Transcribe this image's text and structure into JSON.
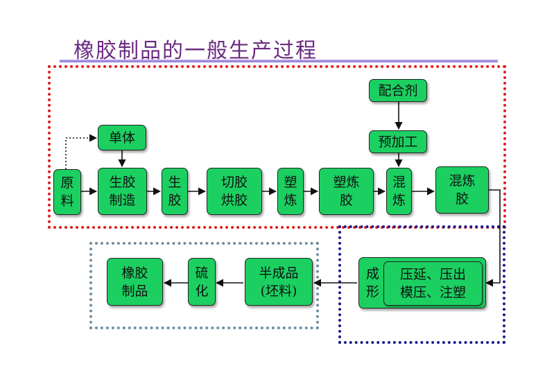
{
  "title": "橡胶制品的一般生产过程",
  "colors": {
    "node_fill": "#1bd061",
    "title_text": "#6a2a80",
    "frame_red": "#e01a1a",
    "frame_navy": "#1a1a8c",
    "frame_gray": "#6e8ea0"
  },
  "nodes": {
    "raw_material": "原\n料",
    "monomer": "单体",
    "rubber_manufacture": "生胶\n制造",
    "raw_rubber": "生\n胶",
    "cut_dry": "切胶\n烘胶",
    "plasticate": "塑\n炼",
    "plasticated_rubber": "塑炼\n胶",
    "compounding_agent": "配合剂",
    "preprocess": "预加工",
    "mixing": "混\n炼",
    "compound_rubber": "混炼\n胶",
    "forming": "成\n形",
    "forming_methods": "压延、压出\n模压、注塑",
    "semi_product": "半成品\n(坯料)",
    "vulcanize": "硫\n化",
    "rubber_product": "橡胶\n制品"
  }
}
